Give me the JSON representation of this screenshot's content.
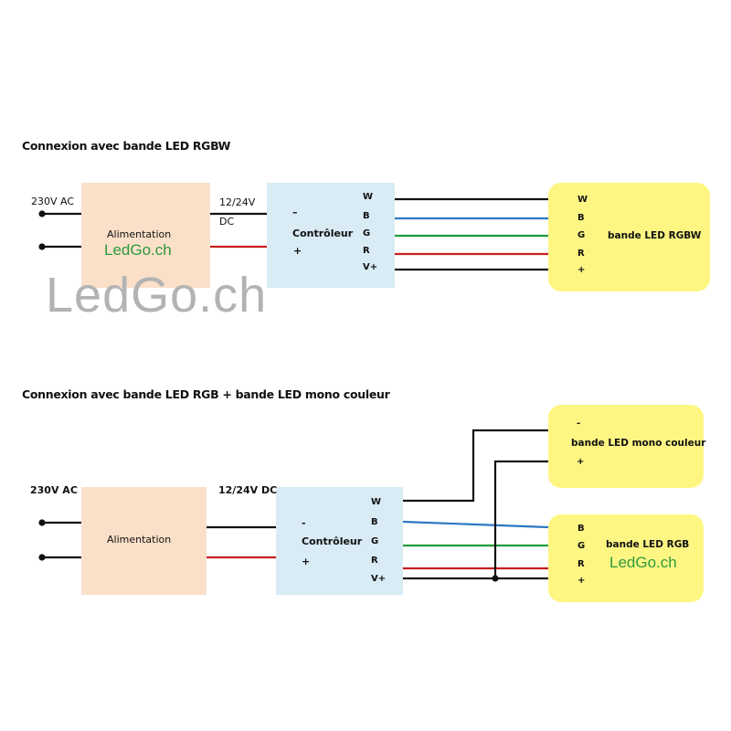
{
  "colors": {
    "black": "#111111",
    "blue": "#2b78c5",
    "green": "#1f9a3a",
    "red": "#c81e1e",
    "power_supply_fill": "#fbe0c9",
    "controller_fill": "#d9ebf5",
    "led_fill": "#fdf683",
    "watermark_gray": "#b3b3b3",
    "watermark_green": "#2e9a3a"
  },
  "watermark": {
    "large": "LedGo.ch",
    "small": "LedGo.ch"
  },
  "diagram1": {
    "title": "Connexion avec bande LED RGBW",
    "input_label": "230V AC",
    "power_supply": "Alimentation",
    "output_label_line1": "12/24V",
    "output_label_line2": "DC",
    "controller": {
      "minus": "–",
      "name": "Contrôleur",
      "plus": "+",
      "pins": [
        "W",
        "B",
        "G",
        "R",
        "V+"
      ]
    },
    "led_strip": {
      "name": "bande LED RGBW",
      "pins": [
        "W",
        "B",
        "G",
        "R",
        "+"
      ]
    }
  },
  "diagram2": {
    "title": "Connexion avec bande LED RGB + bande LED mono couleur",
    "input_label": "230V AC",
    "power_supply": "Alimentation",
    "output_label": "12/24V DC",
    "controller": {
      "minus": "-",
      "name": "Contrôleur",
      "plus": "+",
      "pins": [
        "W",
        "B",
        "G",
        "R",
        "V+"
      ]
    },
    "mono_strip": {
      "minus": "-",
      "name": "bande LED mono couleur",
      "plus": "+"
    },
    "rgb_strip": {
      "name": "bande LED RGB",
      "pins": [
        "B",
        "G",
        "R",
        "+"
      ]
    }
  }
}
